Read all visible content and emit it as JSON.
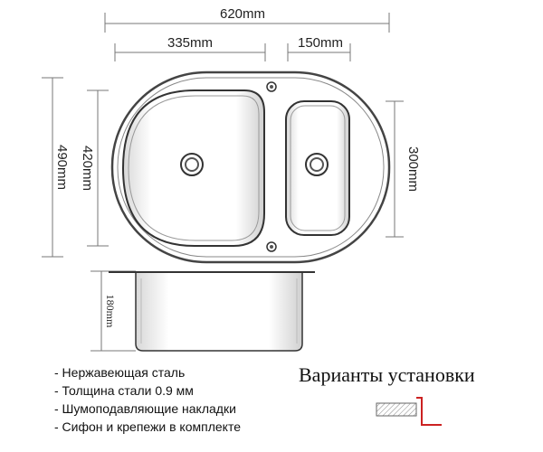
{
  "dimensions": {
    "overall_width": "620mm",
    "large_bowl_width": "335mm",
    "small_bowl_width": "150mm",
    "overall_depth": "490mm",
    "large_bowl_depth": "420mm",
    "small_bowl_depth": "300mm",
    "bowl_height": "180mm"
  },
  "features": [
    "- Нержавеющая сталь",
    "- Толщина стали 0.9 мм",
    "- Шумоподавляющие накладки",
    "- Сифон и крепежи в комплекте"
  ],
  "install_variants": {
    "title": "Варианты установки"
  },
  "colors": {
    "outline": "#333333",
    "accent_red": "#cc2222",
    "hatch": "#888888"
  }
}
